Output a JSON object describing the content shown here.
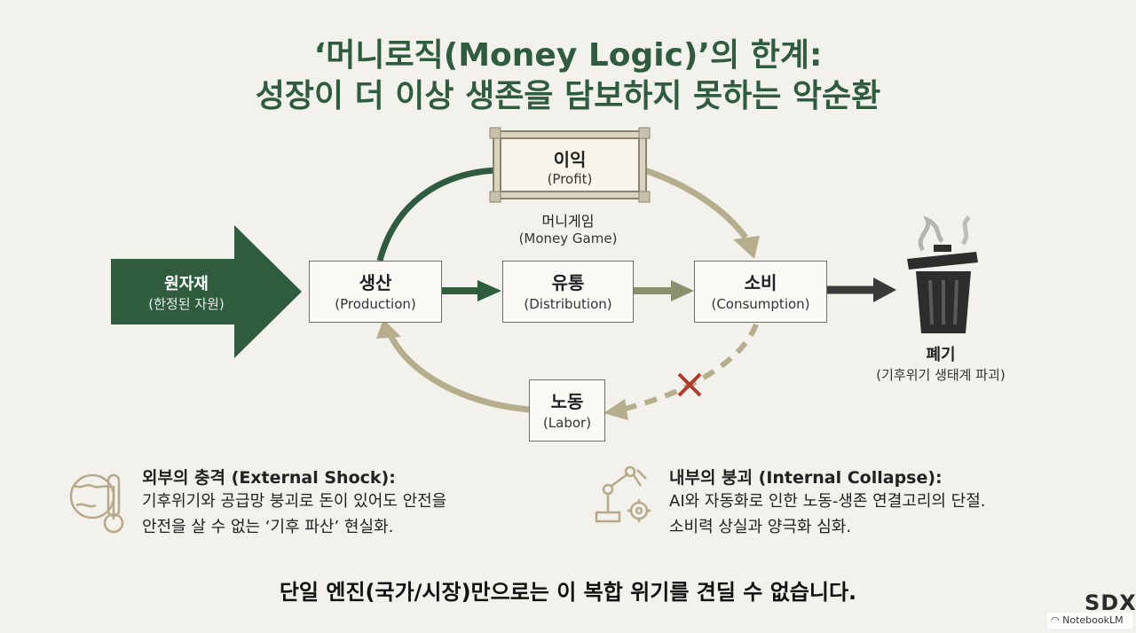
{
  "title": {
    "line1": "‘머니로직(Money Logic)’의 한계:",
    "line2": "성장이 더 이상 생존을 담보하지 못하는 악순환"
  },
  "nodes": {
    "raw": {
      "ko": "원자재",
      "en": "(한정된 자원)"
    },
    "profit": {
      "ko": "이익",
      "en": "(Profit)"
    },
    "money_game": {
      "ko": "머니게임",
      "en": "(Money Game)"
    },
    "production": {
      "ko": "생산",
      "en": "(Production)"
    },
    "distribution": {
      "ko": "유통",
      "en": "(Distribution)"
    },
    "consumption": {
      "ko": "소비",
      "en": "(Consumption)"
    },
    "labor": {
      "ko": "노동",
      "en": "(Labor)"
    },
    "waste": {
      "ko": "폐기",
      "en": "(기후위기 생태계 파괴)"
    }
  },
  "external": {
    "heading": "외부의 충격 (External Shock):",
    "line1": "기후위기와 공급망 붕괴로 돈이 있어도 안전을",
    "line2": "안전을 살 수 없는 ‘기후 파산’ 현실화.",
    "icon": "climate-thermometer-icon"
  },
  "internal": {
    "heading": "내부의 붕괴 (Internal Collapse):",
    "line1": "AI와 자동화로 인한 노동-생존 연결고리의 단절.",
    "line2": "소비력 상실과 양극화 심화.",
    "icon": "robot-arm-gear-icon"
  },
  "conclusion": "단일 엔진(국가/시장)만으로는 이 복합 위기를 견딜 수 없습니다.",
  "brand": {
    "logo": "SDX",
    "watermark": "NotebookLM"
  },
  "colors": {
    "green": "#2f5c3f",
    "tan": "#b5ad8c",
    "red": "#b23a2a",
    "background": "#f2f1ec"
  }
}
